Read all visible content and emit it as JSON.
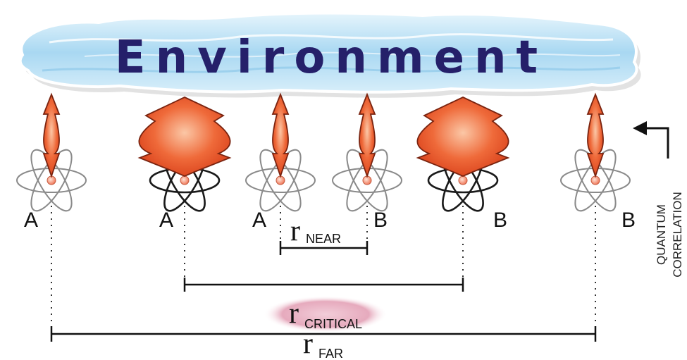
{
  "title": "Environment",
  "quantum_correlation_label": [
    "QUANTUM",
    "CORRELATION"
  ],
  "atoms": [
    {
      "label": "A",
      "coupling": "weak"
    },
    {
      "label": "A",
      "coupling": "strong"
    },
    {
      "label": "A",
      "coupling": "weak"
    },
    {
      "label": "B",
      "coupling": "weak"
    },
    {
      "label": "B",
      "coupling": "strong"
    },
    {
      "label": "B",
      "coupling": "weak"
    }
  ],
  "distances": [
    {
      "symbol": "r",
      "subscript": "NEAR"
    },
    {
      "symbol": "r",
      "subscript": "CRITICAL"
    },
    {
      "symbol": "r",
      "subscript": "FAR"
    }
  ],
  "colors": {
    "title_text": "#25206a",
    "cloud_fill": "#bfe2f5",
    "arrow_fill": "#e8542a",
    "critical_glow": "#e9b5c6",
    "atom_weak": "#8a8a8a",
    "atom_strong": "#1a1a1a"
  }
}
